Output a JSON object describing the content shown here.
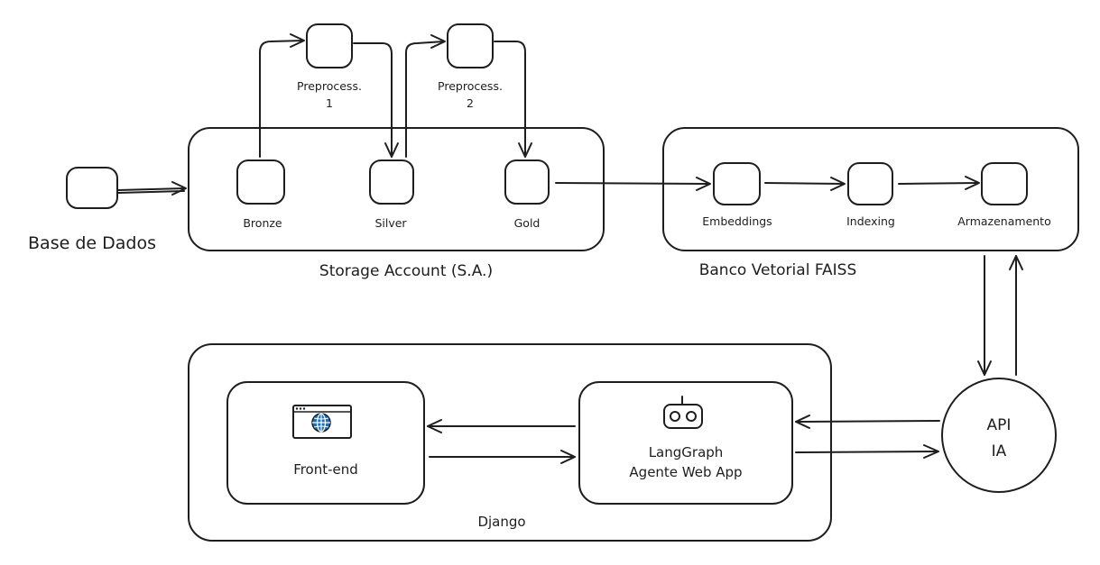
{
  "diagram": {
    "groups": {
      "storage": "Storage Account (S.A.)",
      "vector": "Banco Vetorial FAISS",
      "django": "Django"
    },
    "nodes": {
      "source": "Base de Dados",
      "bronze": "Bronze",
      "silver": "Silver",
      "gold": "Gold",
      "pre1": [
        "Preprocess.",
        "1"
      ],
      "pre2": [
        "Preprocess.",
        "2"
      ],
      "embeddings": "Embeddings",
      "indexing": "Indexing",
      "storage_node": "Armazenamento",
      "api": [
        "API",
        "IA"
      ],
      "frontend": "Front-end",
      "agent": [
        "LangGraph",
        "Agente Web App"
      ]
    },
    "icons": {
      "frontend": "browser-globe-icon",
      "agent": "robot-icon"
    },
    "colors": {
      "stroke": "#1e1e1e",
      "globe": "#1971c2",
      "background": "#ffffff"
    }
  }
}
